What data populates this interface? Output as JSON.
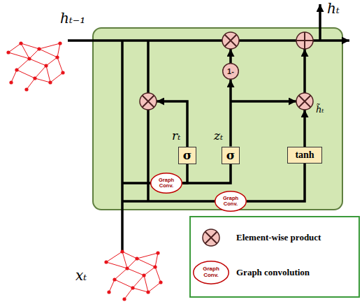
{
  "diagram": {
    "nodes": [
      {
        "text": [
          "1-"
        ]
      },
      {
        "text": [
          "σ"
        ]
      },
      {
        "text": [
          "σ"
        ]
      },
      {
        "text": [
          "tanh"
        ]
      },
      {
        "text": [
          "Graph Conv."
        ]
      },
      {
        "text": [
          "Graph Conv."
        ]
      },
      {
        "text": [
          "Graph Conv."
        ]
      }
    ],
    "edges": [
      {
        "from": 2,
        "to": 0,
        "arrow": "to"
      },
      {
        "from": 4,
        "to": 1,
        "arrow": "none"
      },
      {
        "from": 4,
        "to": 2,
        "arrow": "none"
      },
      {
        "from": 5,
        "to": 3,
        "arrow": "none"
      }
    ],
    "labels": [
      "hₜ₋₁",
      "hₜ",
      "rₜ",
      "zₜ",
      "h̃ₜ",
      "xₜ"
    ],
    "legend": [
      {
        "text": "Element-wise product"
      },
      {
        "text": "Graph convolution"
      }
    ]
  }
}
